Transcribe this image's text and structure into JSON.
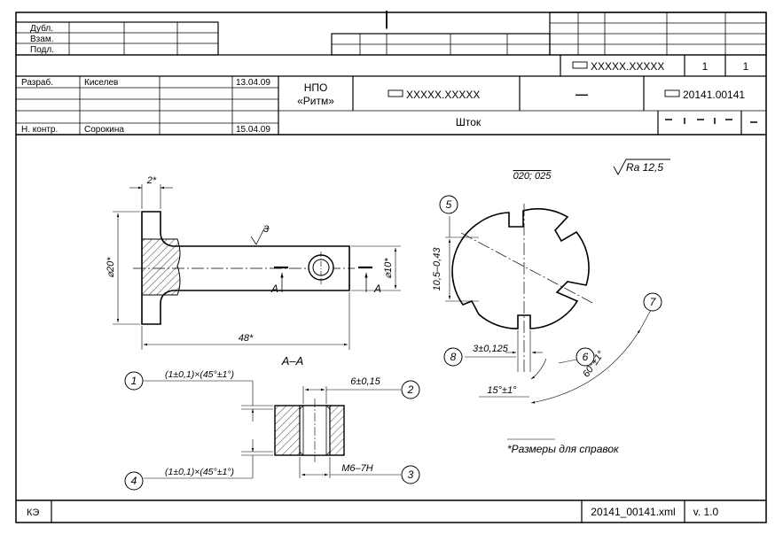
{
  "stamp": {
    "dubl": "Дубл.",
    "vzam": "Взам.",
    "podl": "Подл.",
    "razrab_label": "Разраб.",
    "razrab_name": "Киселев",
    "razrab_date": "13.04.09",
    "nkontr_label": "Н. контр.",
    "nkontr_name": "Сорокина",
    "nkontr_date": "15.04.09",
    "org_line1": "НПО",
    "org_line2": "«Ритм»",
    "doc_code": "XXXXX.XXXXX",
    "doc_code_top": "XXXXX.XXXXX",
    "sheet": "1",
    "sheets": "1",
    "dash": "—",
    "part_number": "20141.00141",
    "part_name": "Шток",
    "top_mark": "|"
  },
  "footer": {
    "ke": "КЭ",
    "file": "20141_00141.xml",
    "version": "v. 1.0"
  },
  "drawing": {
    "roughness": "Ra 12,5",
    "dim_flange_width": "2*",
    "dim_big_diam": "⌀20*",
    "dim_length": "48*",
    "dim_small_diam": "⌀10*",
    "surface_mark": "3",
    "section_a_left": "A",
    "section_a_right": "A",
    "section_title": "A–A",
    "chamfer_top": "(1±0,1)×(45°±1°)",
    "chamfer_bottom": "(1±0,1)×(45°±1°)",
    "hole_width": "6±0,15",
    "thread": "M6–7H",
    "slot_note": "020; 025",
    "slot_height": "10,5–0,43",
    "slot_width": "3±0,125",
    "angle_small": "15°±1°",
    "angle_big": "60°±1°",
    "note": "*Размеры для справок",
    "callouts": [
      "1",
      "2",
      "3",
      "4",
      "5",
      "6",
      "7",
      "8"
    ]
  }
}
